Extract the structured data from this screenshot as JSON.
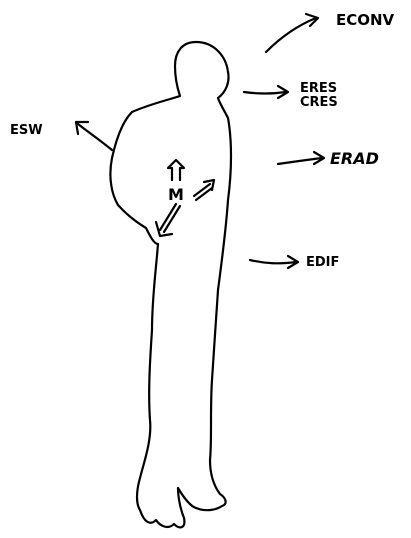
{
  "labels": {
    "econv": "ECONV",
    "eres": "ERES",
    "cres": "CRES",
    "esw": "ESW",
    "erad": "ERAD",
    "m": "M",
    "ediff": "EDIF"
  },
  "colors": {
    "ink": "#000000",
    "paper": "#ffffff"
  }
}
